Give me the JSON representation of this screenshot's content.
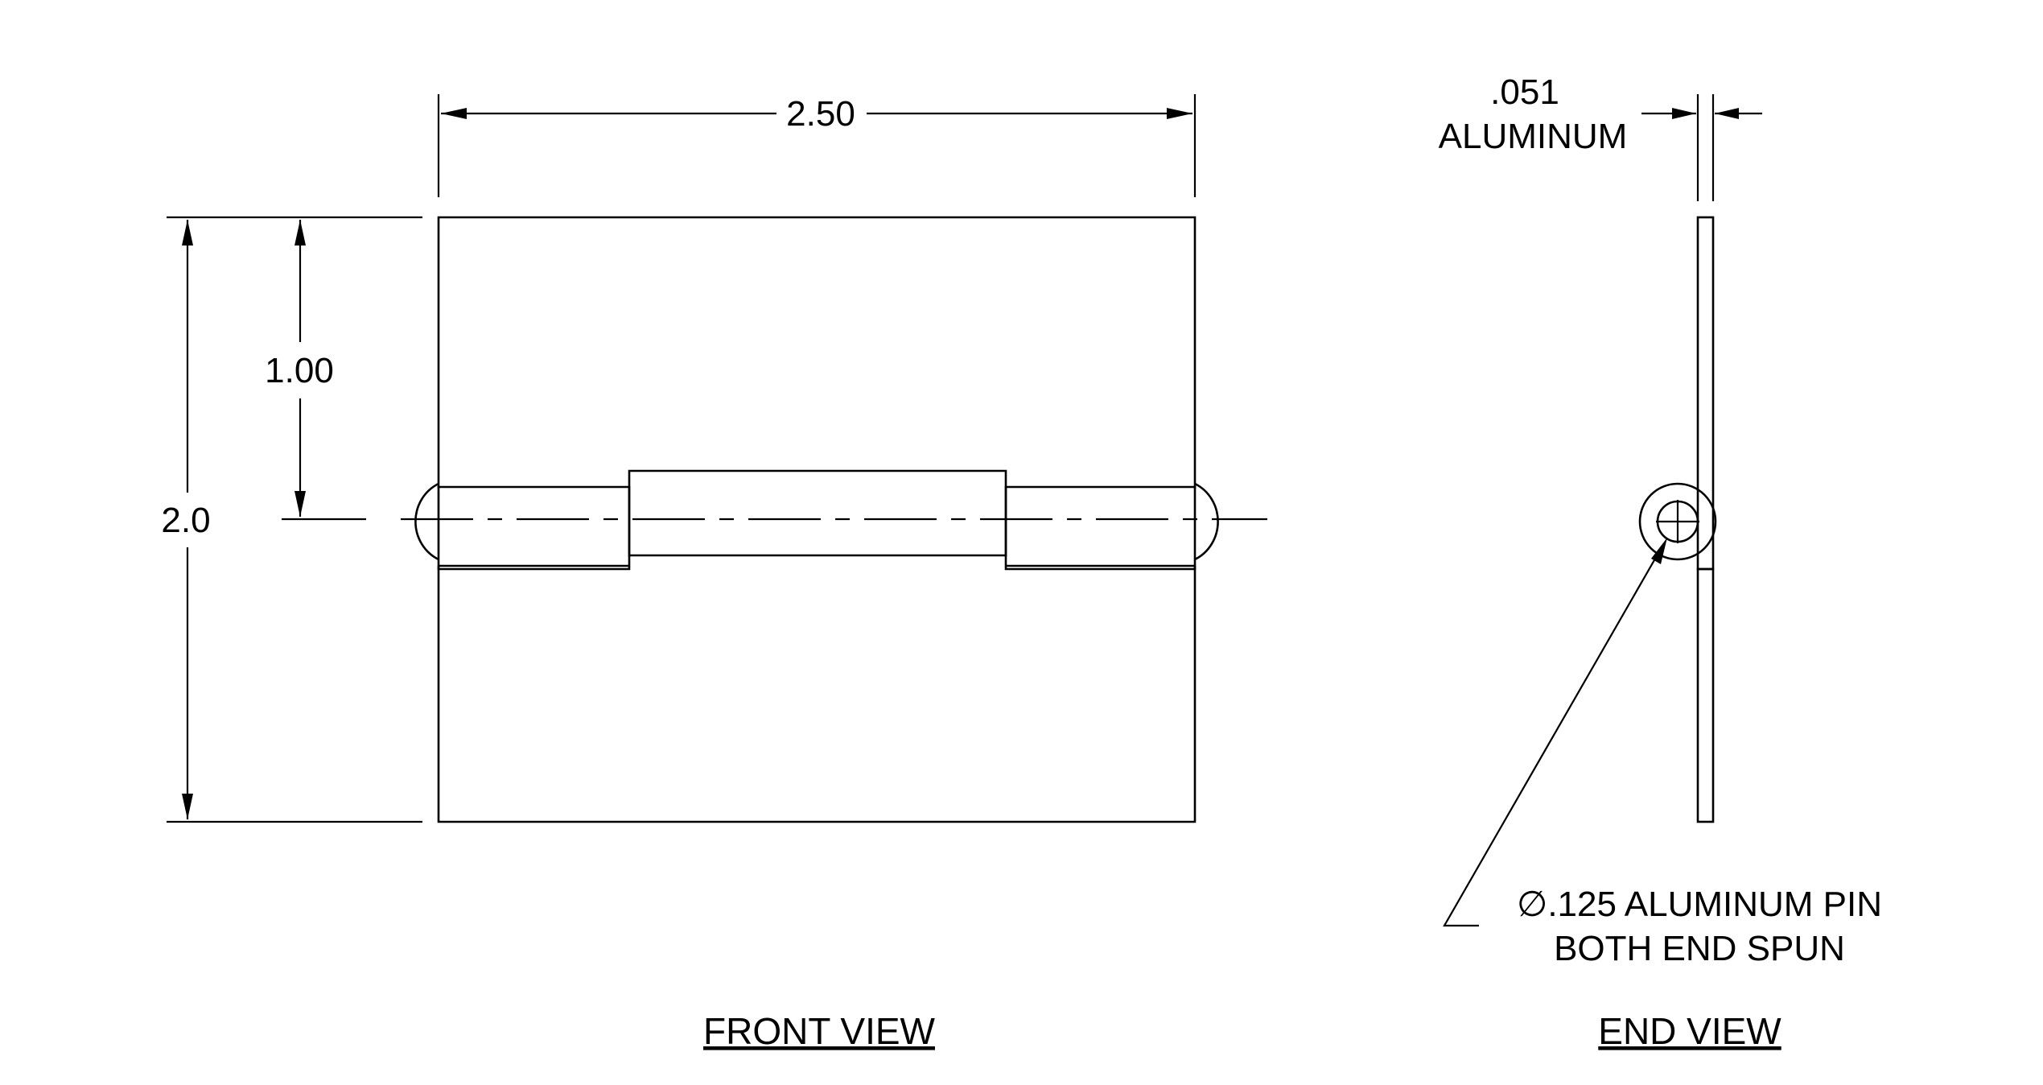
{
  "front_view": {
    "title": "FRONT VIEW",
    "dim_width": "2.50",
    "dim_height": "2.0",
    "dim_half_height": "1.00"
  },
  "end_view": {
    "title": "END VIEW",
    "thickness_value": ".051",
    "thickness_material": "ALUMINUM",
    "pin_note_line1": "∅.125 ALUMINUM PIN",
    "pin_note_line2": "BOTH END SPUN"
  }
}
